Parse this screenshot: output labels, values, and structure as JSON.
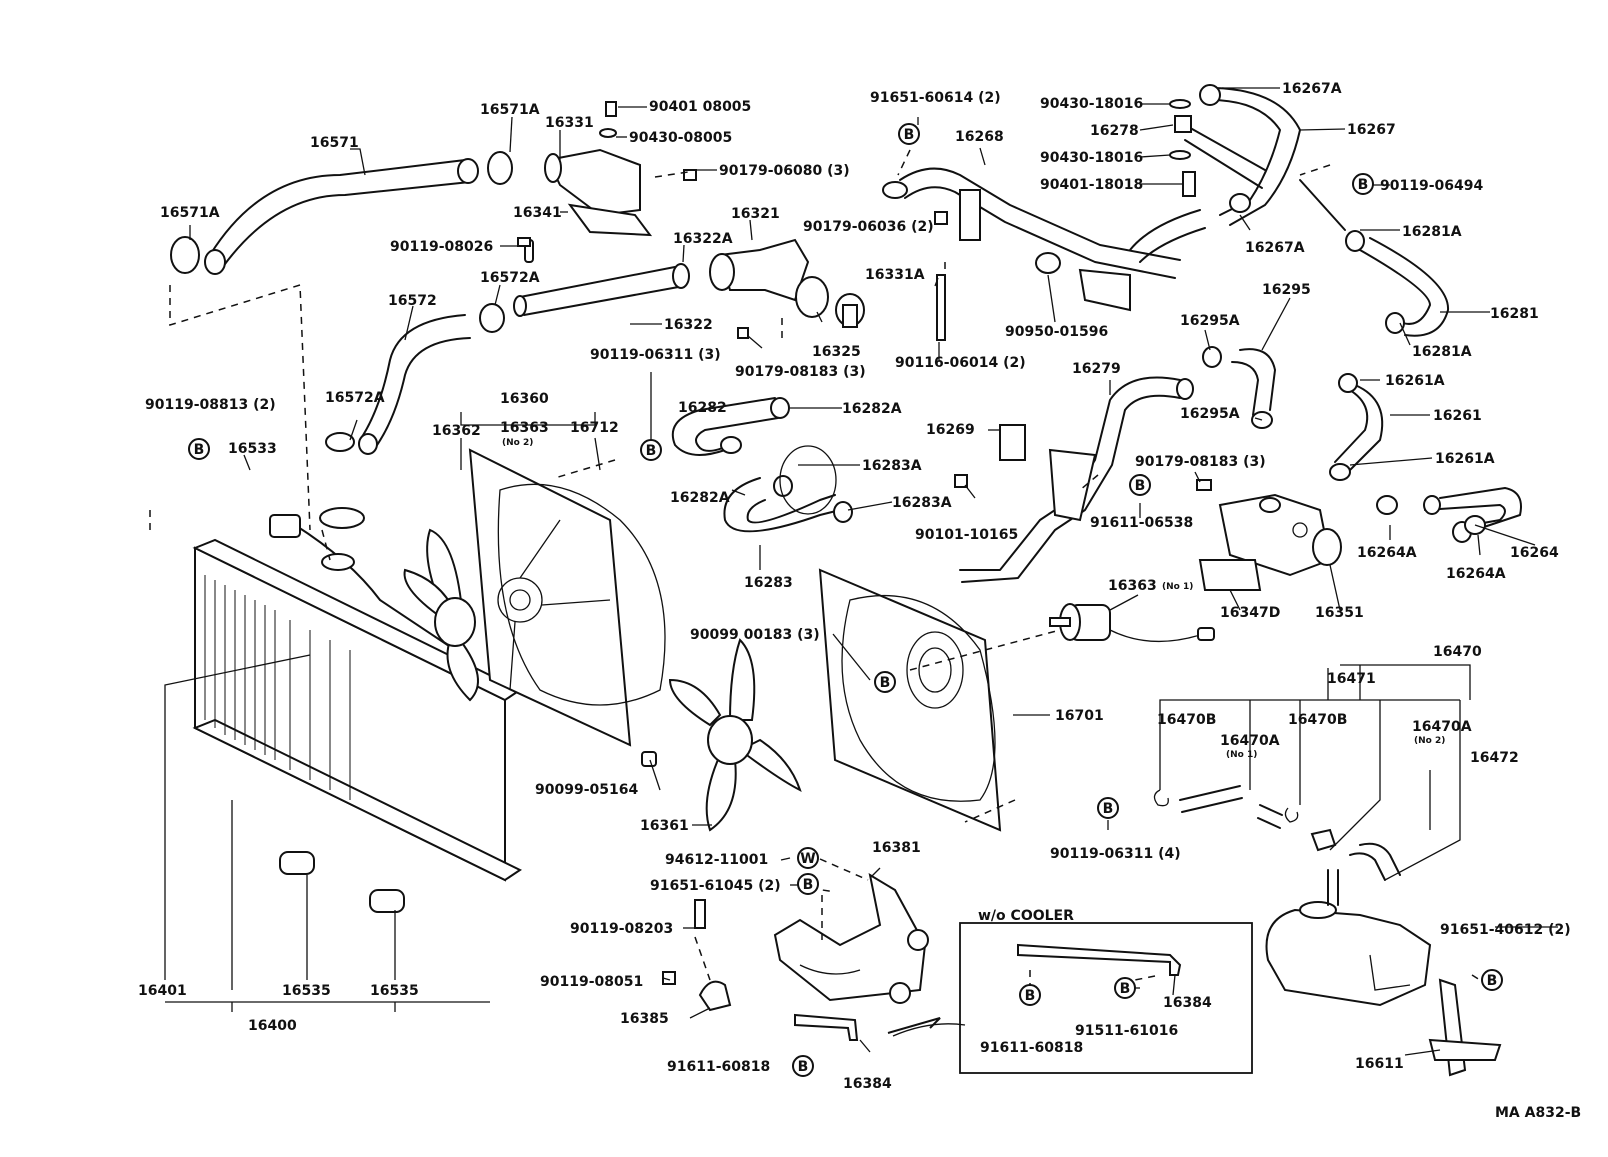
{
  "callouts": [
    {
      "id": "p16571",
      "text": "16571"
    },
    {
      "id": "p16571A_top",
      "text": "16571A"
    },
    {
      "id": "p16571A_left",
      "text": "16571A"
    },
    {
      "id": "p16331",
      "text": "16331"
    },
    {
      "id": "p90401_08005",
      "text": "90401 08005"
    },
    {
      "id": "p90430_08005",
      "text": "90430-08005"
    },
    {
      "id": "p90179_06080",
      "text": "90179-06080 (3)"
    },
    {
      "id": "p16341",
      "text": "16341"
    },
    {
      "id": "p16321",
      "text": "16321"
    },
    {
      "id": "p16322A",
      "text": "16322A"
    },
    {
      "id": "p90119_08026",
      "text": "90119-08026"
    },
    {
      "id": "p16572A_top",
      "text": "16572A"
    },
    {
      "id": "p16572",
      "text": "16572"
    },
    {
      "id": "p16322",
      "text": "16322"
    },
    {
      "id": "p16325",
      "text": "16325"
    },
    {
      "id": "p90179_08183_mid",
      "text": "90179-08183 (3)"
    },
    {
      "id": "p90119_06311_3",
      "text": "90119-06311 (3)"
    },
    {
      "id": "p16360",
      "text": "16360"
    },
    {
      "id": "p16362",
      "text": "16362"
    },
    {
      "id": "p16363_no2",
      "text": "16363"
    },
    {
      "id": "p16712",
      "text": "16712"
    },
    {
      "id": "p90119_08813",
      "text": "90119-08813 (2)"
    },
    {
      "id": "p16572A_left",
      "text": "16572A"
    },
    {
      "id": "p16533",
      "text": "16533"
    },
    {
      "id": "p91651_60614",
      "text": "91651-60614 (2)"
    },
    {
      "id": "p16268",
      "text": "16268"
    },
    {
      "id": "p90179_06036",
      "text": "90179-06036 (2)"
    },
    {
      "id": "p16331A",
      "text": "16331A"
    },
    {
      "id": "p90116_06014",
      "text": "90116-06014 (2)"
    },
    {
      "id": "p90430_18016_a",
      "text": "90430-18016"
    },
    {
      "id": "p16278",
      "text": "16278"
    },
    {
      "id": "p90430_18016_b",
      "text": "90430-18016"
    },
    {
      "id": "p90401_18018",
      "text": "90401-18018"
    },
    {
      "id": "p90950_01596",
      "text": "90950-01596"
    },
    {
      "id": "p16267A_top",
      "text": "16267A"
    },
    {
      "id": "p16267",
      "text": "16267"
    },
    {
      "id": "p90119_06494",
      "text": "90119-06494"
    },
    {
      "id": "p16267A_mid",
      "text": "16267A"
    },
    {
      "id": "p16281A_a",
      "text": "16281A"
    },
    {
      "id": "p16281",
      "text": "16281"
    },
    {
      "id": "p16281A_b",
      "text": "16281A"
    },
    {
      "id": "p16282",
      "text": "16282"
    },
    {
      "id": "p16282A_r",
      "text": "16282A"
    },
    {
      "id": "p16282A_l",
      "text": "16282A"
    },
    {
      "id": "p16283A_a",
      "text": "16283A"
    },
    {
      "id": "p16283A_b",
      "text": "16283A"
    },
    {
      "id": "p16283",
      "text": "16283"
    },
    {
      "id": "p16295A_a",
      "text": "16295A"
    },
    {
      "id": "p16295",
      "text": "16295"
    },
    {
      "id": "p16279",
      "text": "16279"
    },
    {
      "id": "p16295A_b",
      "text": "16295A"
    },
    {
      "id": "p16269",
      "text": "16269"
    },
    {
      "id": "p90179_08183_r",
      "text": "90179-08183 (3)"
    },
    {
      "id": "p91611_06538",
      "text": "91611-06538"
    },
    {
      "id": "p90101_10165",
      "text": "90101-10165"
    },
    {
      "id": "p16261A_a",
      "text": "16261A"
    },
    {
      "id": "p16261",
      "text": "16261"
    },
    {
      "id": "p16261A_b",
      "text": "16261A"
    },
    {
      "id": "p16264A_a",
      "text": "16264A"
    },
    {
      "id": "p16264",
      "text": "16264"
    },
    {
      "id": "p16264A_b",
      "text": "16264A"
    },
    {
      "id": "p16347D",
      "text": "16347D"
    },
    {
      "id": "p16351",
      "text": "16351"
    },
    {
      "id": "p16363_no1",
      "text": "16363"
    },
    {
      "id": "p90099_00183",
      "text": "90099 00183 (3)"
    },
    {
      "id": "p16701",
      "text": "16701"
    },
    {
      "id": "p16470",
      "text": "16470"
    },
    {
      "id": "p16471",
      "text": "16471"
    },
    {
      "id": "p16470B_a",
      "text": "16470B"
    },
    {
      "id": "p16470A_no1",
      "text": "16470A"
    },
    {
      "id": "p16470B_b",
      "text": "16470B"
    },
    {
      "id": "p16470A_no2",
      "text": "16470A"
    },
    {
      "id": "p16472",
      "text": "16472"
    },
    {
      "id": "p90099_05164",
      "text": "90099-05164"
    },
    {
      "id": "p16361",
      "text": "16361"
    },
    {
      "id": "p90119_06311_4",
      "text": "90119-06311 (4)"
    },
    {
      "id": "p94612_11001",
      "text": "94612-11001"
    },
    {
      "id": "p16381",
      "text": "16381"
    },
    {
      "id": "p91651_61045",
      "text": "91651-61045 (2)"
    },
    {
      "id": "p90119_08203",
      "text": "90119-08203"
    },
    {
      "id": "p90119_08051",
      "text": "90119-08051"
    },
    {
      "id": "p16385",
      "text": "16385"
    },
    {
      "id": "p91611_60818_a",
      "text": "91611-60818"
    },
    {
      "id": "p16384_a",
      "text": "16384"
    },
    {
      "id": "p16384_b",
      "text": "16384"
    },
    {
      "id": "p91611_60818_b",
      "text": "91611-60818"
    },
    {
      "id": "p91511_61016",
      "text": "91511-61016"
    },
    {
      "id": "p91651_40612",
      "text": "91651-40612 (2)"
    },
    {
      "id": "p16611",
      "text": "16611"
    },
    {
      "id": "p16401",
      "text": "16401"
    },
    {
      "id": "p16535_a",
      "text": "16535"
    },
    {
      "id": "p16535_b",
      "text": "16535"
    },
    {
      "id": "p16400",
      "text": "16400"
    }
  ],
  "notes": {
    "no2": "(No 2)",
    "no1": "(No 1)",
    "no1_b": "(No 1)",
    "no2_b": "(No 2)"
  },
  "markers": {
    "B": "B",
    "W": "W"
  },
  "cooler_box_title": "w/o COOLER",
  "drawing_code": "MA A832-B"
}
